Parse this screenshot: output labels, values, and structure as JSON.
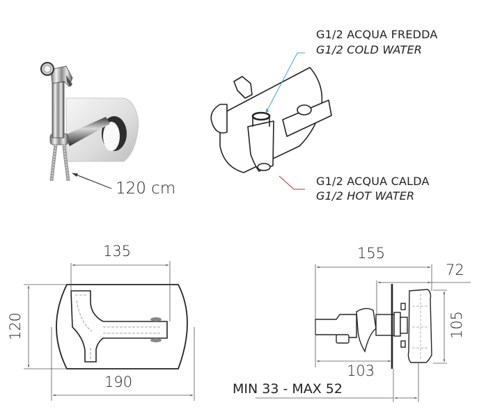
{
  "photo": {
    "caption": "120 cm",
    "subject": "bidet shower handset with wall holder and chrome cover plate"
  },
  "exploded_view": {
    "cold_water": {
      "line1": "G1/2 ACQUA FREDDA",
      "line2": "G1/2 COLD WATER",
      "leader_color": "#4a9fd0"
    },
    "hot_water": {
      "line1": "G1/2 ACQUA CALDA",
      "line2": "G1/2 HOT WATER",
      "leader_color": "#b03030"
    }
  },
  "front_view": {
    "dim_width_top": "135",
    "dim_height": "120",
    "dim_width_bottom": "190"
  },
  "side_view": {
    "dim_total_depth": "155",
    "dim_body_depth": "72",
    "dim_height": "105",
    "dim_projection": "103",
    "dim_wall_range": "MIN 33 - MAX 52"
  }
}
